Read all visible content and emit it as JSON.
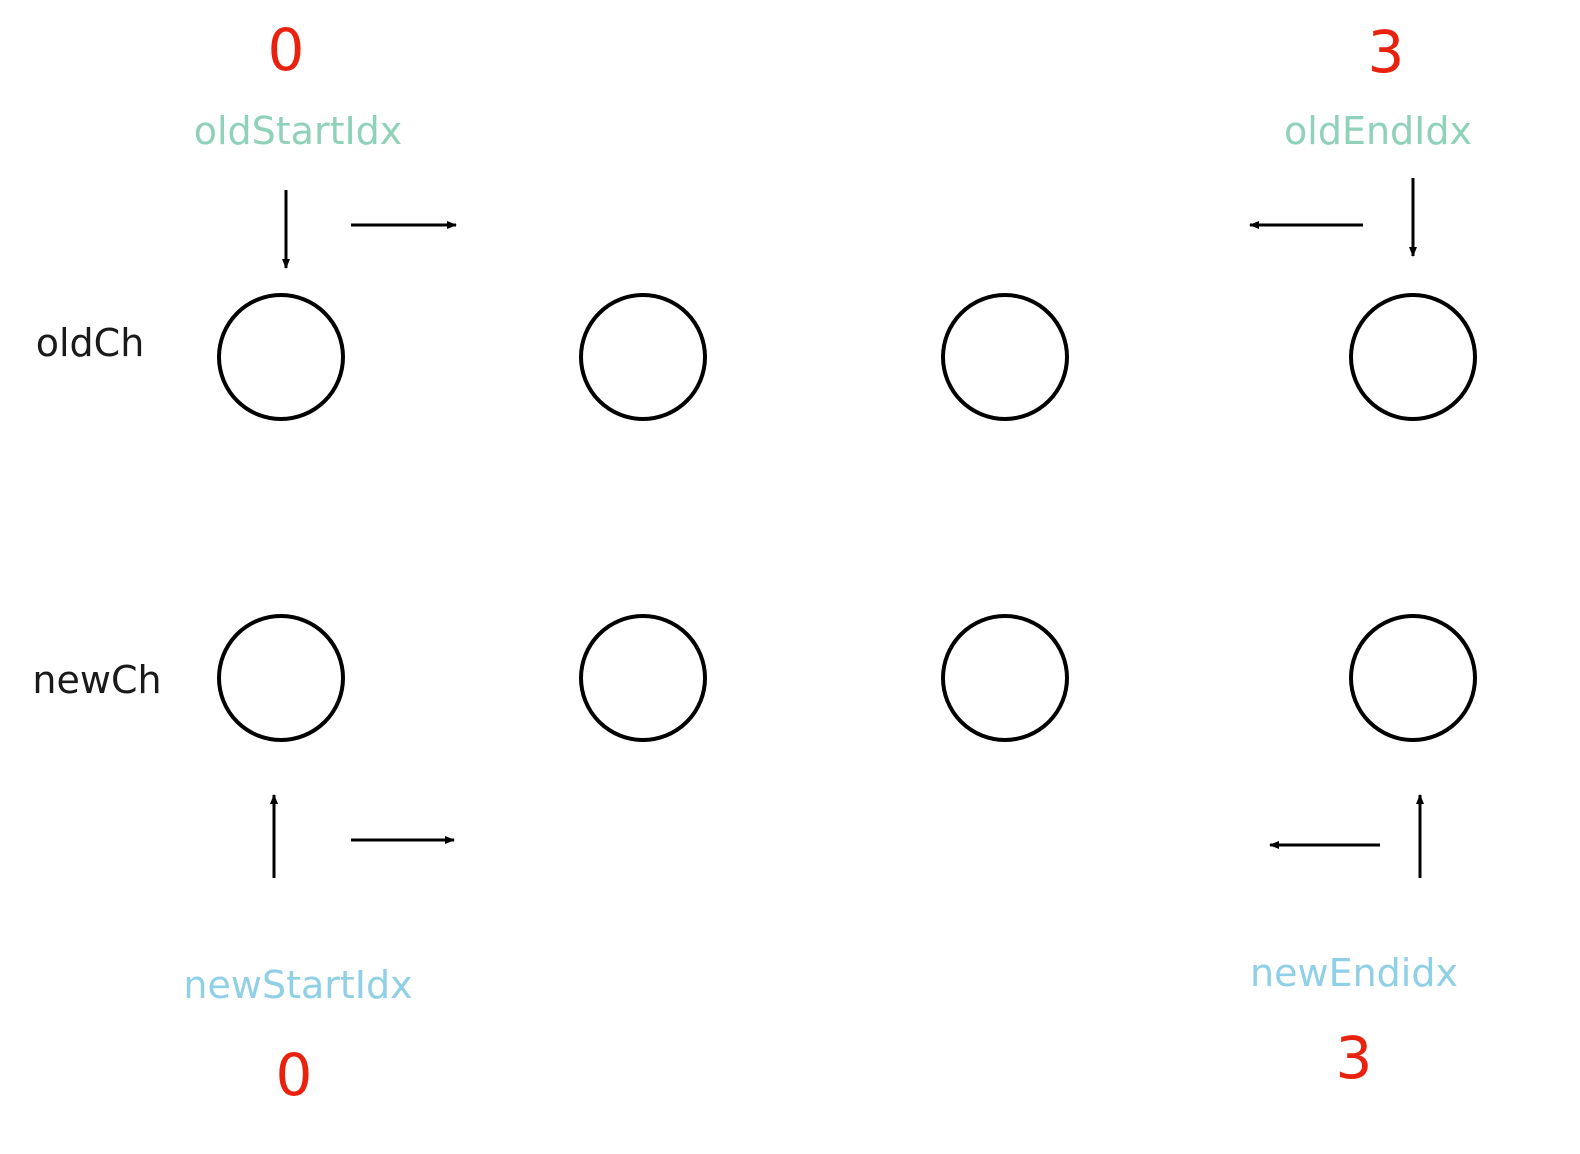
{
  "colors": {
    "index_number": "#e8220e",
    "old_label": "#8fd2b9",
    "new_label": "#8fd0e6",
    "stroke": "#000000",
    "row_label": "#1a1a1a"
  },
  "rows": {
    "old": {
      "label": "oldCh",
      "node_count": 4
    },
    "new": {
      "label": "newCh",
      "node_count": 4
    }
  },
  "pointers": {
    "old_start": {
      "label": "oldStartIdx",
      "value": "0",
      "pointing": "down",
      "moves": "right"
    },
    "old_end": {
      "label": "oldEndIdx",
      "value": "3",
      "pointing": "down",
      "moves": "left"
    },
    "new_start": {
      "label": "newStartIdx",
      "value": "0",
      "pointing": "up",
      "moves": "right"
    },
    "new_end": {
      "label": "newEndidx",
      "value": "3",
      "pointing": "up",
      "moves": "left"
    }
  }
}
